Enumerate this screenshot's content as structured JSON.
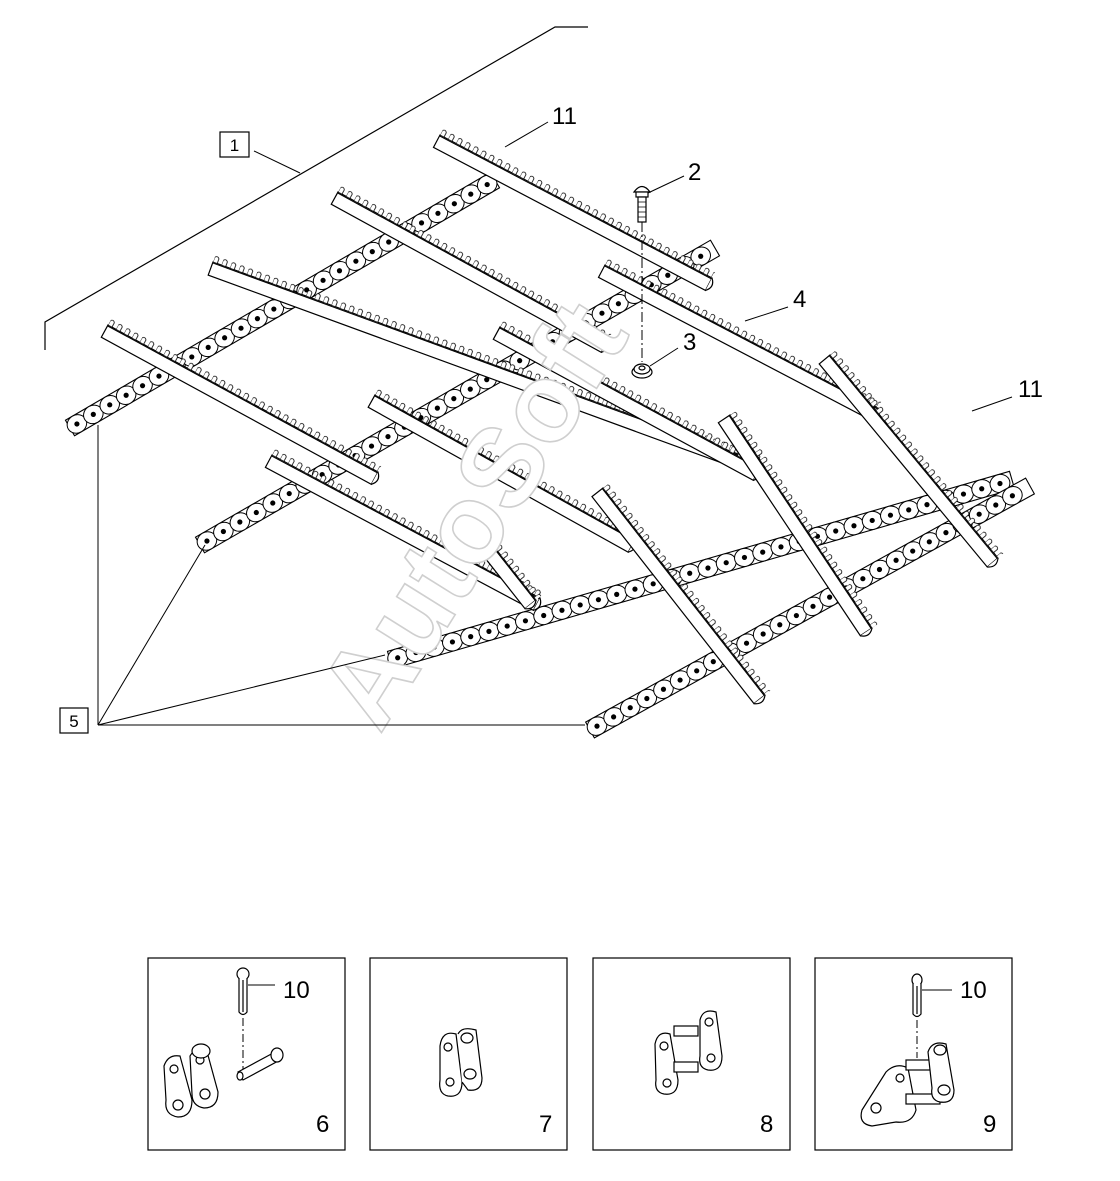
{
  "watermark": "AutoSoft",
  "callouts": {
    "c1": "1",
    "c2": "2",
    "c3": "3",
    "c4": "4",
    "c5": "5",
    "c11_top": "11",
    "c11_right": "11"
  },
  "detail_panels": [
    {
      "number": "6",
      "pin_label": "10"
    },
    {
      "number": "7"
    },
    {
      "number": "8"
    },
    {
      "number": "9",
      "pin_label": "10"
    }
  ]
}
